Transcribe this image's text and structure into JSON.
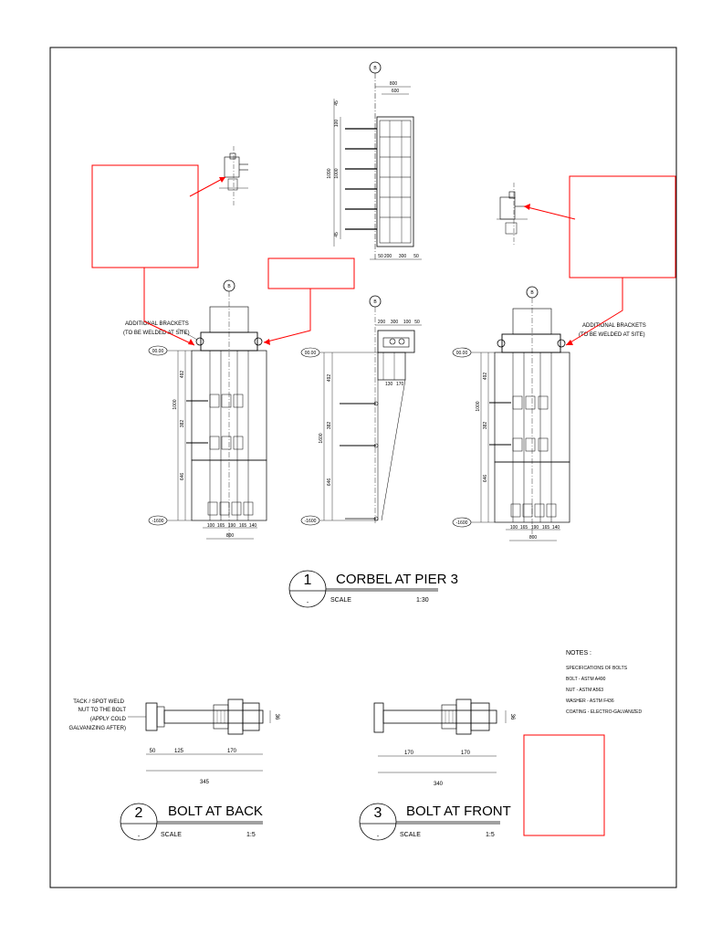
{
  "sheet": {
    "grid_marker": "B",
    "detail_1": {
      "number": "1",
      "sub": "-",
      "title": "CORBEL AT PIER 3",
      "scale_label": "SCALE",
      "scale_value": "1:30"
    },
    "detail_2": {
      "number": "2",
      "sub": "-",
      "title": "BOLT AT BACK",
      "scale_label": "SCALE",
      "scale_value": "1:5",
      "note_lines": [
        "TACK / SPOT WELD",
        "NUT TO THE BOLT",
        "(APPLY COLD",
        "GALVANIZING AFTER)"
      ],
      "dims": [
        "50",
        "125",
        "170",
        "345",
        "36"
      ]
    },
    "detail_3": {
      "number": "3",
      "sub": "-",
      "title": "BOLT AT FRONT",
      "scale_label": "SCALE",
      "scale_value": "1:5",
      "dims": [
        "170",
        "170",
        "340",
        "36"
      ]
    },
    "brackets_note": {
      "line1": "ADDITIONAL BRACKETS",
      "line2": "(TO BE WELDED AT SITE)"
    },
    "notes": {
      "heading": "NOTES :",
      "lines": [
        "SPECIFICATIONS OF BOLTS",
        "BOLT - ASTM A490",
        "NUT - ASTM A563",
        "WASHER - ASTM F436",
        "COATING - ELECTRO-GALVANIZED"
      ]
    },
    "plan_dims": {
      "top": [
        "800",
        "600"
      ],
      "side": [
        "1090",
        "1000",
        "45",
        "100",
        "45"
      ],
      "bottom": [
        "50",
        "200",
        "300",
        "50"
      ]
    },
    "elev_dims": {
      "levels": [
        "00.00",
        "-1600"
      ],
      "vertical": [
        "1000",
        "492",
        "382",
        "646"
      ],
      "bottom": [
        "100",
        "165",
        "190",
        "165",
        "140"
      ],
      "width": "800"
    },
    "section_dims": {
      "top": [
        "200",
        "300",
        "100",
        "50"
      ],
      "vertical": [
        "1600",
        "492",
        "382",
        "646"
      ],
      "small": [
        "130",
        "170"
      ]
    }
  }
}
